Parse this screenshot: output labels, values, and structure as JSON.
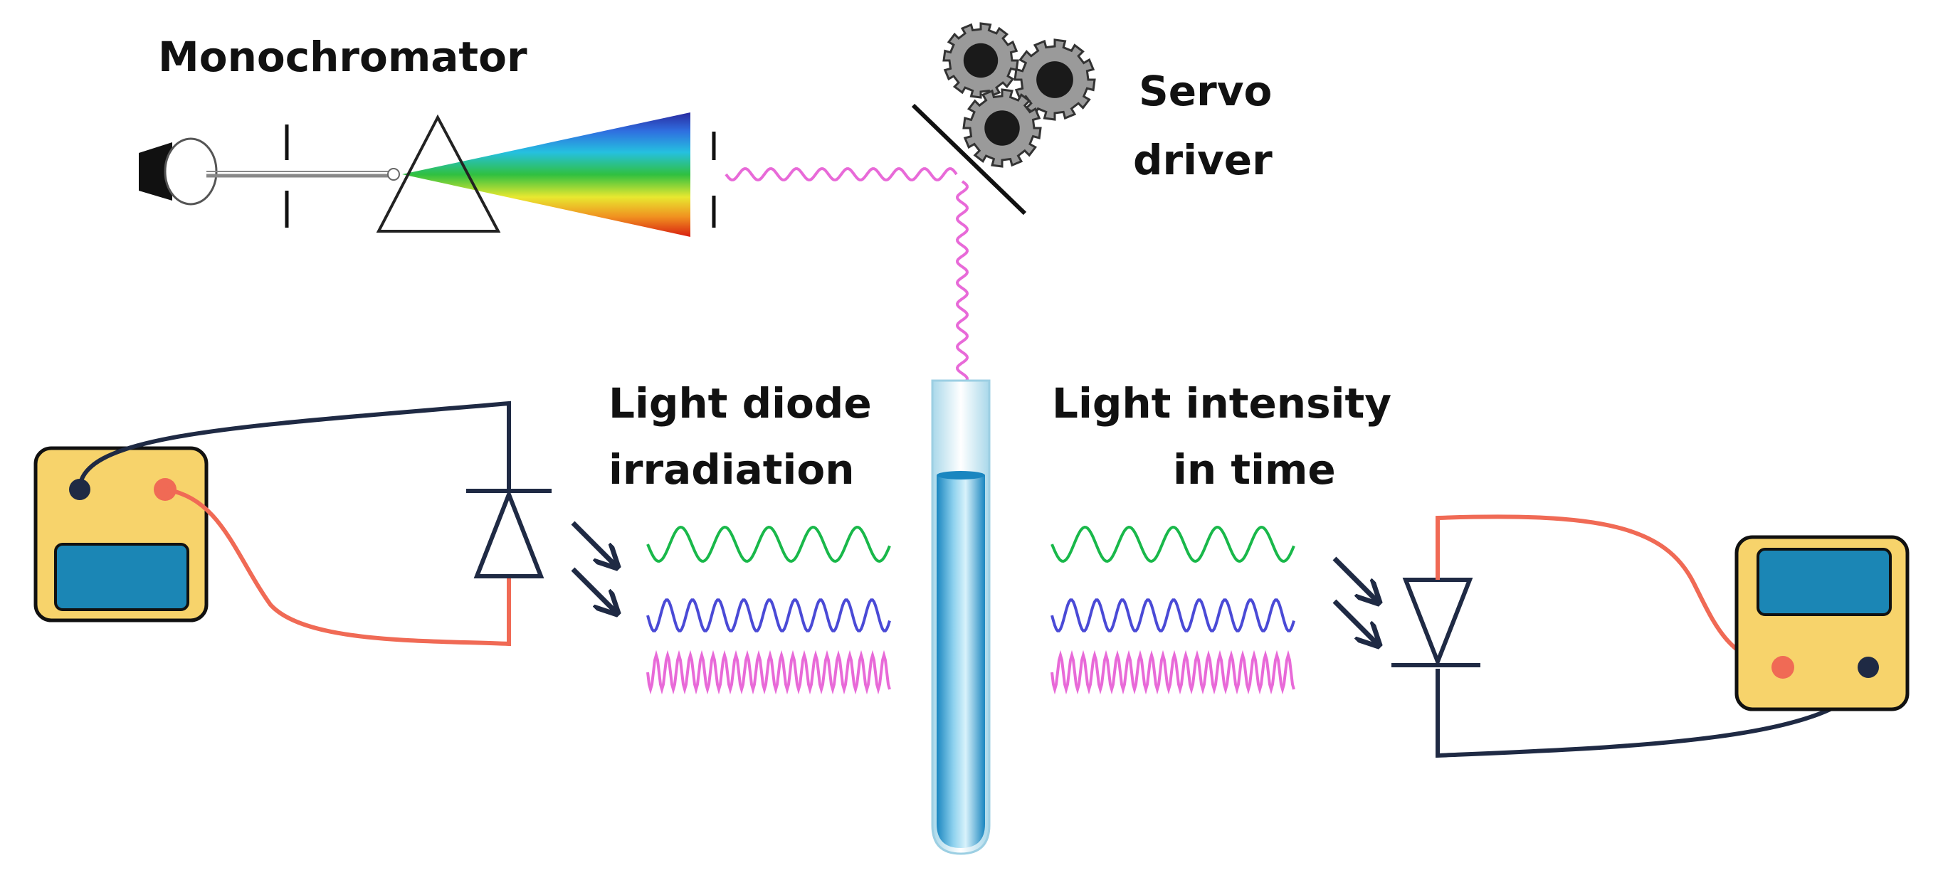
{
  "labels": {
    "monochromator": "Monochromator",
    "servo_line1": "Servo",
    "servo_line2": "driver",
    "diode_line1": "Light diode",
    "diode_line2": "irradiation",
    "intensity_line1": "Light intensity",
    "intensity_line2": "in time"
  },
  "colors": {
    "wire_dark": "#1f2a44",
    "wire_red": "#f06a55",
    "meter_body": "#f7d36b",
    "meter_screen": "#1b86b5",
    "beam": "#e86ad8",
    "wave_green": "#19b84a",
    "wave_blue": "#4a4ad6",
    "wave_pink": "#e86ad8",
    "tube_liquid": "#3aa6d8",
    "tube_glass": "#d6eef7"
  },
  "icons": {
    "lamp": "lamp-icon",
    "prism": "prism-icon",
    "gears": "gears-icon",
    "mirror": "mirror-icon",
    "test_tube": "test-tube-icon",
    "meter": "multimeter-icon",
    "diode": "diode-icon"
  }
}
